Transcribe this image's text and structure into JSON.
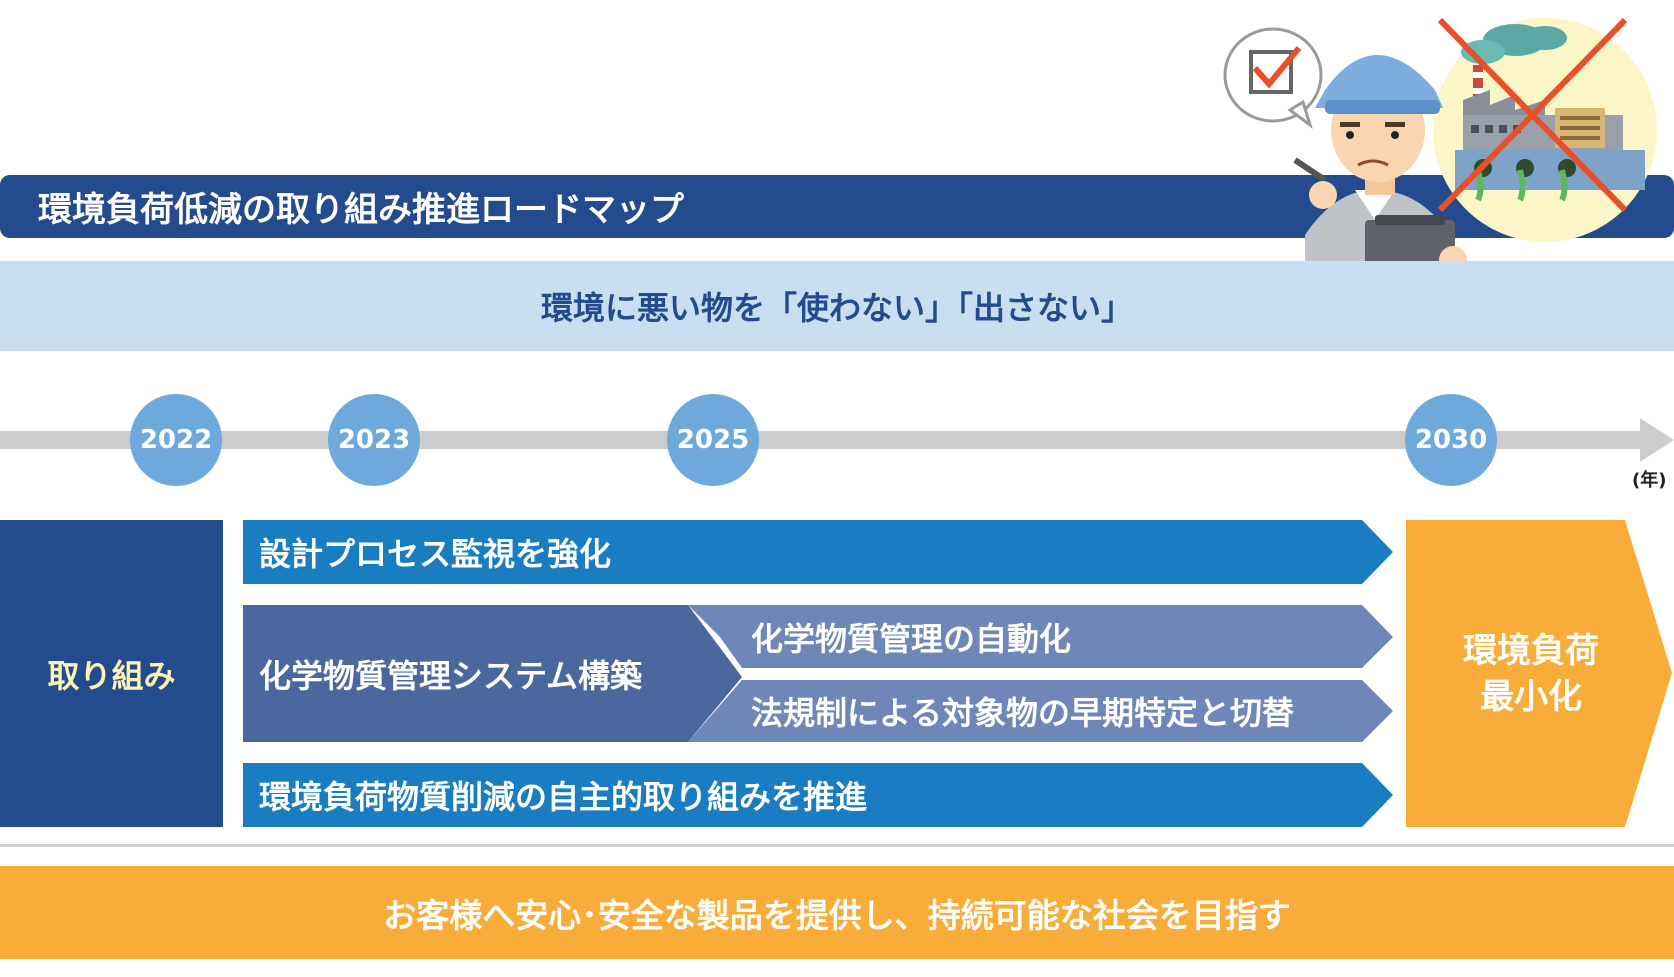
{
  "title": "環境負荷低減の取り組み推進ロードマップ",
  "subtitle": "環境に悪い物を「使わない」「出さない」",
  "timeline": {
    "years": [
      "2022",
      "2023",
      "2025",
      "2030"
    ],
    "unit": "(年)"
  },
  "label": "取り組み",
  "initiatives": {
    "design_process": "設計プロセス監視を強化",
    "chem_system": "化学物質管理システム構築",
    "automation": "化学物質管理の自動化",
    "early_identification": "法規制による対象物の早期特定と切替",
    "voluntary": "環境負荷物質削減の自主的取り組みを推進"
  },
  "goal": {
    "line1": "環境負荷",
    "line2": "最小化"
  },
  "footer": "お客様へ安心･安全な製品を提供し、持続可能な社会を目指す",
  "colors": {
    "navy": "#234b8d",
    "light_blue": "#c8dff1",
    "band_blue": "#1b7dc1",
    "slate": "#4a689d",
    "slate_light": "#6e87b8",
    "orange": "#f8ad3a",
    "year_circle": "#6ea9dc"
  },
  "illustration": {
    "icons": [
      "checkbox-speech-bubble-icon",
      "worker-with-clipboard",
      "polluting-factory-crossed-out-icon"
    ]
  }
}
